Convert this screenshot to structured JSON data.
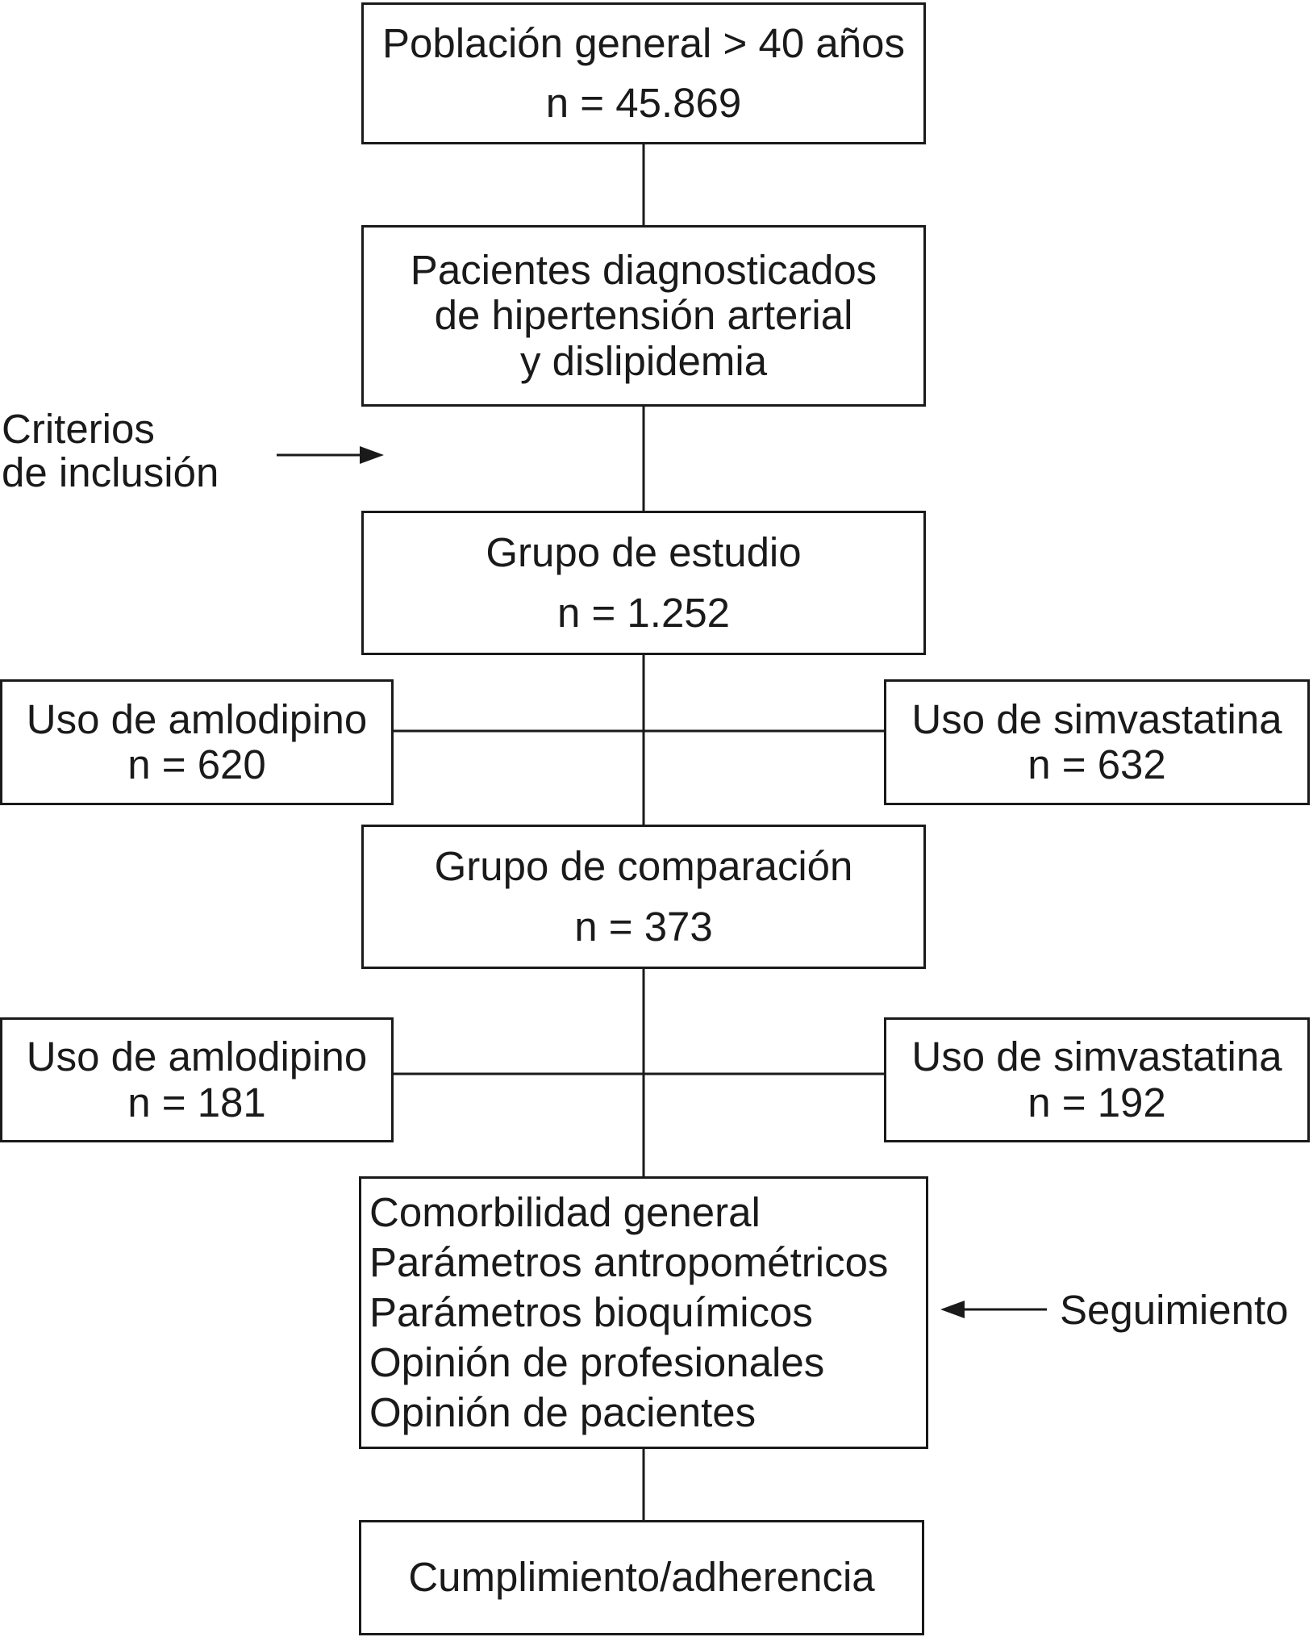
{
  "boxes": {
    "population": {
      "title": "Población general > 40 años",
      "n": "n = 45.869"
    },
    "diagnosed": {
      "lines": [
        "Pacientes diagnosticados",
        "de hipertensión arterial",
        "y dislipidemia"
      ]
    },
    "study_group": {
      "title": "Grupo de estudio",
      "n": "n = 1.252"
    },
    "study_amlodipino": {
      "title": "Uso de amlodipino",
      "n": "n = 620"
    },
    "study_simvastatina": {
      "title": "Uso de simvastatina",
      "n": "n = 632"
    },
    "comparison_group": {
      "title": "Grupo de comparación",
      "n": "n = 373"
    },
    "comparison_amlodipino": {
      "title": "Uso de amlodipino",
      "n": "n = 181"
    },
    "comparison_simvastatina": {
      "title": "Uso de simvastatina",
      "n": "n = 192"
    },
    "variables": {
      "items": [
        "Comorbilidad general",
        "Parámetros antropométricos",
        "Parámetros bioquímicos",
        "Opinión de profesionales",
        "Opinión de pacientes"
      ]
    },
    "outcome": {
      "title": "Cumplimiento/adherencia"
    }
  },
  "labels": {
    "inclusion_criteria": [
      "Criterios",
      "de inclusión"
    ],
    "follow_up": "Seguimiento"
  }
}
